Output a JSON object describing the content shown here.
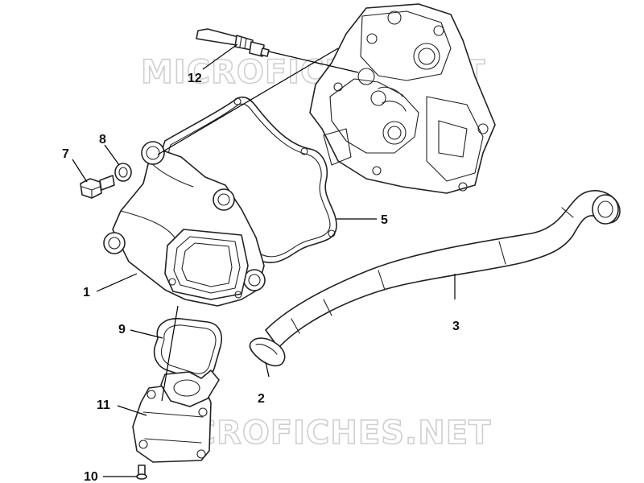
{
  "watermark": {
    "text_top": "MICROFICHES.NET",
    "text_bottom": "MICROFICHES.NET",
    "color": "#cfcfcf"
  },
  "callouts": [
    {
      "id": "1",
      "label": "1"
    },
    {
      "id": "2",
      "label": "2"
    },
    {
      "id": "3",
      "label": "3"
    },
    {
      "id": "5",
      "label": "5"
    },
    {
      "id": "7",
      "label": "7"
    },
    {
      "id": "8",
      "label": "8"
    },
    {
      "id": "9",
      "label": "9"
    },
    {
      "id": "10",
      "label": "10"
    },
    {
      "id": "11",
      "label": "11"
    },
    {
      "id": "12",
      "label": "12"
    }
  ],
  "colors": {
    "line": "#222222",
    "background": "#ffffff"
  }
}
